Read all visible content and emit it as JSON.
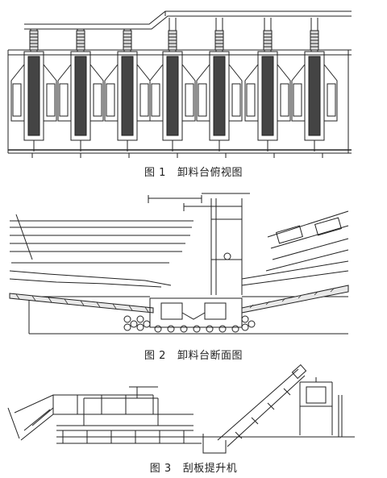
{
  "figures": [
    {
      "number": "图 1",
      "title": "卸料台俯视图",
      "view": "top-view"
    },
    {
      "number": "图 2",
      "title": "卸料台断面图",
      "view": "cross-section"
    },
    {
      "number": "图 3",
      "title": "刮板提升机",
      "view": "elevation"
    }
  ],
  "figure1": {
    "unit_count": 7
  }
}
